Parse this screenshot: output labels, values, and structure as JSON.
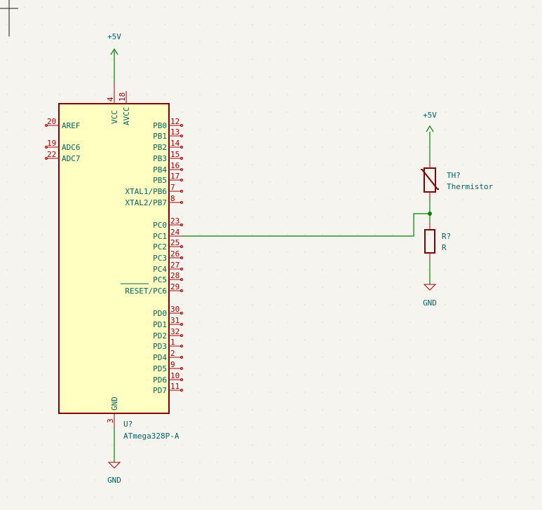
{
  "mcu": {
    "ref": "U?",
    "value": "ATmega328P-A",
    "power_pins": [
      {
        "name": "VCC",
        "num": "4"
      },
      {
        "name": "AVCC",
        "num": "18"
      }
    ],
    "gnd_pin": {
      "name": "GND",
      "num": "3"
    },
    "left_pins": [
      {
        "name": "AREF",
        "num": "20"
      },
      {
        "name": "ADC6",
        "num": "19"
      },
      {
        "name": "ADC7",
        "num": "22"
      }
    ],
    "right_pins": [
      {
        "name": "PB0",
        "num": "12"
      },
      {
        "name": "PB1",
        "num": "13"
      },
      {
        "name": "PB2",
        "num": "14"
      },
      {
        "name": "PB3",
        "num": "15"
      },
      {
        "name": "PB4",
        "num": "16"
      },
      {
        "name": "PB5",
        "num": "17"
      },
      {
        "name": "XTAL1/PB6",
        "num": "7"
      },
      {
        "name": "XTAL2/PB7",
        "num": "8"
      },
      {
        "name": "PC0",
        "num": "23"
      },
      {
        "name": "PC1",
        "num": "24"
      },
      {
        "name": "PC2",
        "num": "25"
      },
      {
        "name": "PC3",
        "num": "26"
      },
      {
        "name": "PC4",
        "num": "27"
      },
      {
        "name": "PC5",
        "num": "28"
      },
      {
        "name": "RESET/PC6",
        "num": "29"
      },
      {
        "name": "PD0",
        "num": "30"
      },
      {
        "name": "PD1",
        "num": "31"
      },
      {
        "name": "PD2",
        "num": "32"
      },
      {
        "name": "PD3",
        "num": "1"
      },
      {
        "name": "PD4",
        "num": "2"
      },
      {
        "name": "PD5",
        "num": "9"
      },
      {
        "name": "PD6",
        "num": "10"
      },
      {
        "name": "PD7",
        "num": "11"
      }
    ]
  },
  "power": {
    "vcc_label": "+5V",
    "gnd_label": "GND"
  },
  "thermistor": {
    "ref": "TH?",
    "value": "Thermistor"
  },
  "resistor": {
    "ref": "R?",
    "value": "R"
  },
  "colors": {
    "background": "#f5f4ef",
    "wire": "#008400",
    "component_outline": "#840000",
    "component_fill": "#ffffc2",
    "pin": "#a90000",
    "text": "#006464"
  }
}
